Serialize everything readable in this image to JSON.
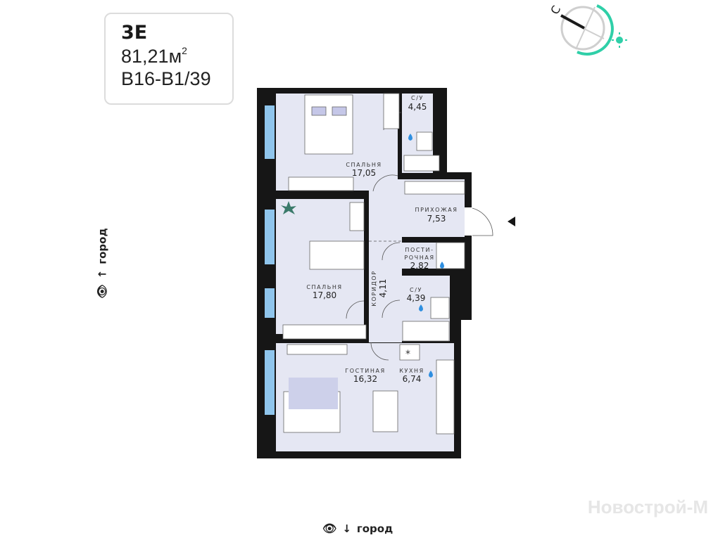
{
  "card": {
    "code": "3E",
    "area": "81,21м",
    "area_sup": "2",
    "number": "B16-B1/39"
  },
  "compass": {
    "letter": "С",
    "accent": "#2fcfa8"
  },
  "rooms": {
    "bedroom1": {
      "name": "СПАЛЬНЯ",
      "area": "17,05"
    },
    "bath1": {
      "name": "С/У",
      "area": "4,45"
    },
    "hall": {
      "name": "ПРИХОЖАЯ",
      "area": "7,53"
    },
    "laundry": {
      "name1": "ПОСТИ-",
      "name2": "РОЧНАЯ",
      "area": "2,82"
    },
    "corridor": {
      "name": "КОРИДОР",
      "area": "4,11"
    },
    "bath2": {
      "name": "С/У",
      "area": "4,39"
    },
    "bedroom2": {
      "name": "СПАЛЬНЯ",
      "area": "17,80"
    },
    "living": {
      "name": "ГОСТИНАЯ",
      "area": "16,32"
    },
    "kitchen": {
      "name": "КУХНЯ",
      "area": "6,74"
    }
  },
  "views": {
    "left": "город",
    "bottom": "город"
  },
  "watermark": "Новострой-М",
  "colors": {
    "room": "#e5e7f3",
    "wall": "#161616",
    "window": "#8fc5ec",
    "water": "#2f8fe0",
    "accent": "#2fcfa8"
  }
}
